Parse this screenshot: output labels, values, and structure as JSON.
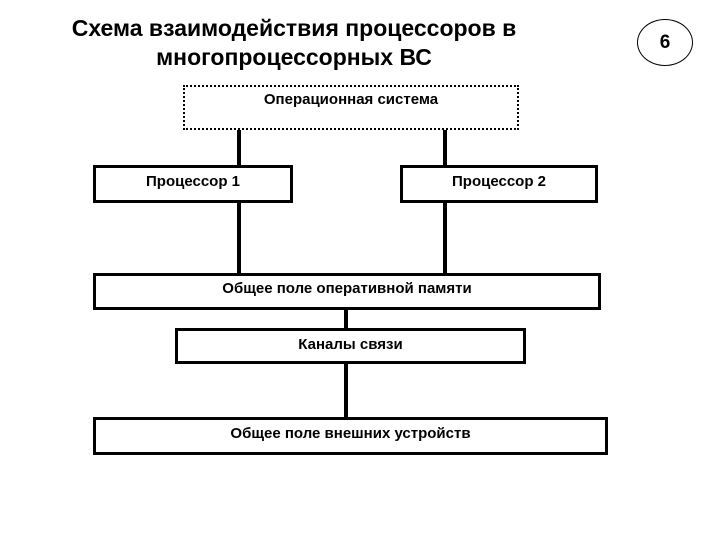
{
  "slide": {
    "title": "Схема взаимодействия процессоров в многопроцессорных ВС",
    "page_number": "6",
    "background_color": "#ffffff",
    "ink_color": "#000000"
  },
  "diagram": {
    "nodes": [
      {
        "id": "operating-system",
        "label": "Операционная система",
        "border_style": "dotted"
      },
      {
        "id": "processor-1",
        "label": "Процессор 1",
        "border_style": "solid"
      },
      {
        "id": "processor-2",
        "label": "Процессор 2",
        "border_style": "solid"
      },
      {
        "id": "shared-memory",
        "label": "Общее поле оперативной памяти",
        "border_style": "solid"
      },
      {
        "id": "communication-channels",
        "label": "Каналы связи",
        "border_style": "solid"
      },
      {
        "id": "external-devices",
        "label": "Общее поле внешних устройств",
        "border_style": "solid"
      }
    ],
    "edges": [
      {
        "from": "operating-system",
        "to": "processor-1"
      },
      {
        "from": "operating-system",
        "to": "processor-2"
      },
      {
        "from": "processor-1",
        "to": "shared-memory"
      },
      {
        "from": "processor-2",
        "to": "shared-memory"
      },
      {
        "from": "shared-memory",
        "to": "communication-channels"
      },
      {
        "from": "communication-channels",
        "to": "external-devices"
      }
    ]
  }
}
